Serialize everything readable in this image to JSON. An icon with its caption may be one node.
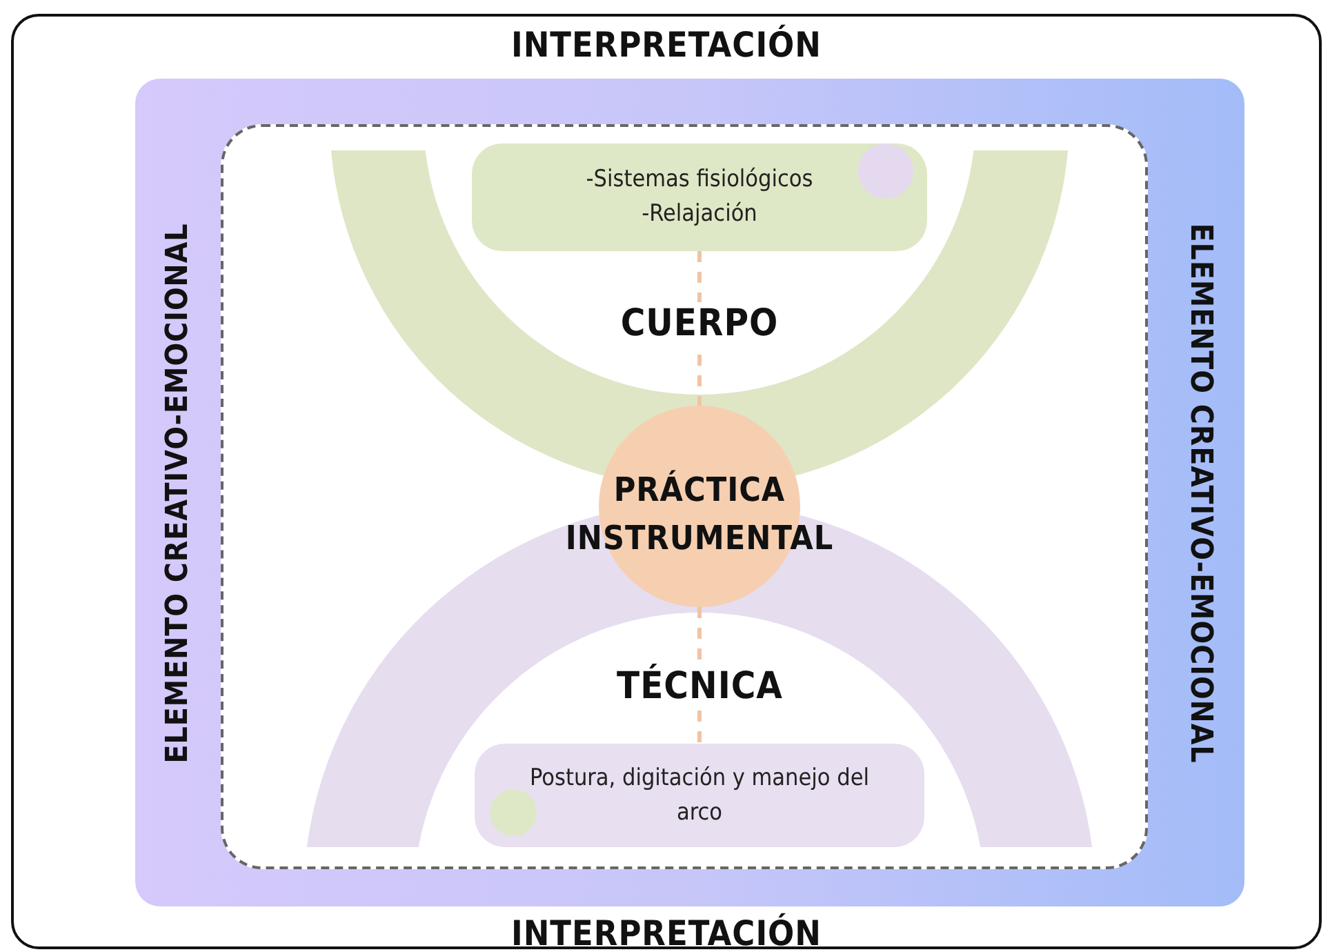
{
  "diagram": {
    "nodes": [
      {
        "text": [
          "INTERPRETACIÓN",
          "INTERPRETACIÓN"
        ]
      },
      {
        "text": [
          "ELEMENTO CREATIVO-EMOCIONAL",
          "ELEMENTO CREATIVO-EMOCIONAL"
        ],
        "in": 0
      },
      {
        "text": [],
        "shape": "box",
        "in": 1
      },
      {
        "text": [
          "CUERPO"
        ],
        "in": 2
      },
      {
        "text": [
          "-Sistemas fisiológicos",
          "-Relajación"
        ],
        "in": 2
      },
      {
        "text": [
          "PRÁCTICA INSTRUMENTAL"
        ],
        "in": 2
      },
      {
        "text": [
          "TÉCNICA"
        ],
        "in": 2
      },
      {
        "text": [
          "Postura, digitación y manejo del arco"
        ],
        "in": 2
      }
    ],
    "edges": [
      {
        "from": 4,
        "to": 5,
        "arrow": "none",
        "style": "dashed",
        "color": "#f0c4a4"
      },
      {
        "from": 5,
        "to": 7,
        "arrow": "none",
        "style": "dashed",
        "color": "#f0c4a4"
      }
    ]
  }
}
